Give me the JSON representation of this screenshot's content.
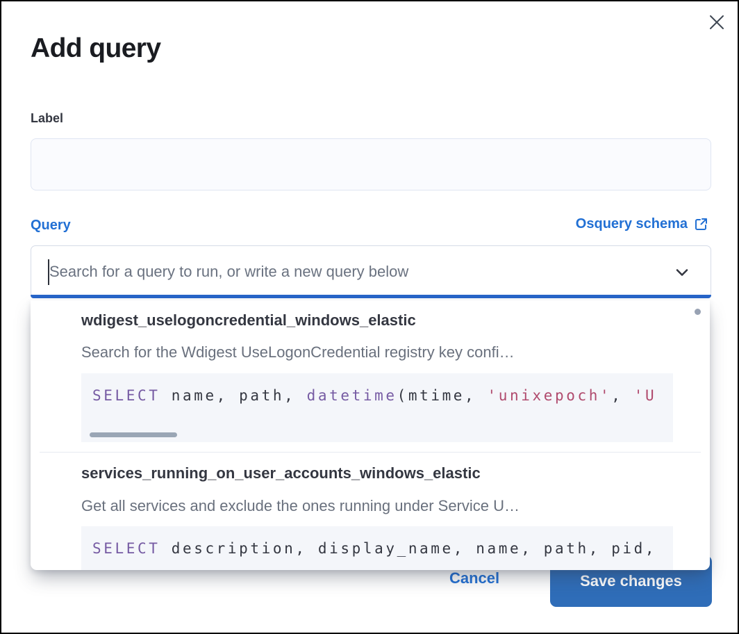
{
  "modal": {
    "title": "Add query"
  },
  "label_field": {
    "label": "Label",
    "value": ""
  },
  "query_field": {
    "label": "Query",
    "schema_link_text": "Osquery schema",
    "placeholder": "Search for a query to run, or write a new query below"
  },
  "dropdown": {
    "items": [
      {
        "title": "wdigest_uselogoncredential_windows_elastic",
        "description": "Search for the Wdigest UseLogonCredential registry key confi…",
        "code": [
          {
            "v": "SELECT",
            "c": "tok-kw"
          },
          {
            "v": " name, path, ",
            "c": "tok-plain"
          },
          {
            "v": "datetime",
            "c": "tok-kw"
          },
          {
            "v": "(mtime, ",
            "c": "tok-plain"
          },
          {
            "v": "'unixepoch'",
            "c": "tok-str"
          },
          {
            "v": ", ",
            "c": "tok-plain"
          },
          {
            "v": "'U",
            "c": "tok-str"
          }
        ]
      },
      {
        "title": "services_running_on_user_accounts_windows_elastic",
        "description": "Get all services and exclude the ones running under Service U…",
        "code": [
          {
            "v": "SELECT",
            "c": "tok-kw"
          },
          {
            "v": " description, display_name, name, path, pid,",
            "c": "tok-plain"
          }
        ]
      }
    ]
  },
  "footer": {
    "cancel_label": "Cancel",
    "save_label": "Save changes"
  },
  "icons": {
    "close": "x-mark",
    "external_link": "box-with-arrow",
    "chevron_down": "chevron-down",
    "vertical_scrollbar": "dot",
    "horizontal_scrollbar": "bar"
  },
  "colors": {
    "primary_blue": "#2270d4",
    "focus_underline": "#2765c9",
    "save_button_bg": "#2f6db8",
    "code_keyword": "#765ba3",
    "code_string": "#b04a6d",
    "code_background": "#f4f6fa",
    "description_gray": "#69707d",
    "title_dark": "#1a1c21"
  }
}
